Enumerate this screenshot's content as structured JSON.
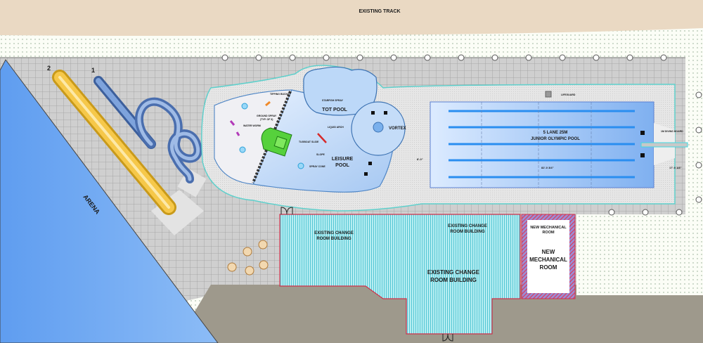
{
  "labels": {
    "existing_track": "EXISTING TRACK",
    "arena": "ARENA",
    "slide_1": "1",
    "slide_2": "2",
    "tot_pool": "TOT POOL",
    "vortex": "VORTEX",
    "leisure_pool_1": "LEISURE",
    "leisure_pool_2": "POOL",
    "tipping_bucket": "TIPPING BUCKET",
    "ground_spray": "GROUND SPRAY",
    "ground_spray_typ": "(TYP. OF 3)",
    "water_worm": "WATER WORM",
    "tugboat_slide": "TUGBOAT SLIDE",
    "starfish_spray": "STARFISH SPRAY",
    "liquid_arch": "LIQUID ARCH",
    "spray_cone": "SPRAY CONE",
    "slope": "SLOPE",
    "lap_pool_1": "5 LANE 25M",
    "lap_pool_2": "JUNIOR OLYMPIC POOL",
    "lifeguard": "LIFEGUARD",
    "diving_board": "1M DIVING BOARD",
    "dim_length": "82'-0 3/4\"",
    "dim_right": "17'-0 1/8\"",
    "dim_left": "8'-0\"",
    "change_room_a_1": "EXISTING CHANGE",
    "change_room_a_2": "ROOM BUILDING",
    "change_room_b_1": "EXISTING CHANGE",
    "change_room_b_2": "ROOM BUILDING",
    "change_room_c_1": "EXISTING CHANGE",
    "change_room_c_2": "ROOM BUILDING",
    "mech_small_1": "NEW MECHANICAL",
    "mech_small_2": "ROOM",
    "mech_big_1": "NEW",
    "mech_big_2": "MECHANICAL",
    "mech_big_3": "ROOM"
  },
  "colors": {
    "track": "#e9d9c4",
    "deck_grid": "#c9c9c9",
    "water": "#8fb8f0",
    "change_room": "#a8e6ee",
    "mechanical_border": "#d0304a",
    "ground": "#9a9588"
  }
}
